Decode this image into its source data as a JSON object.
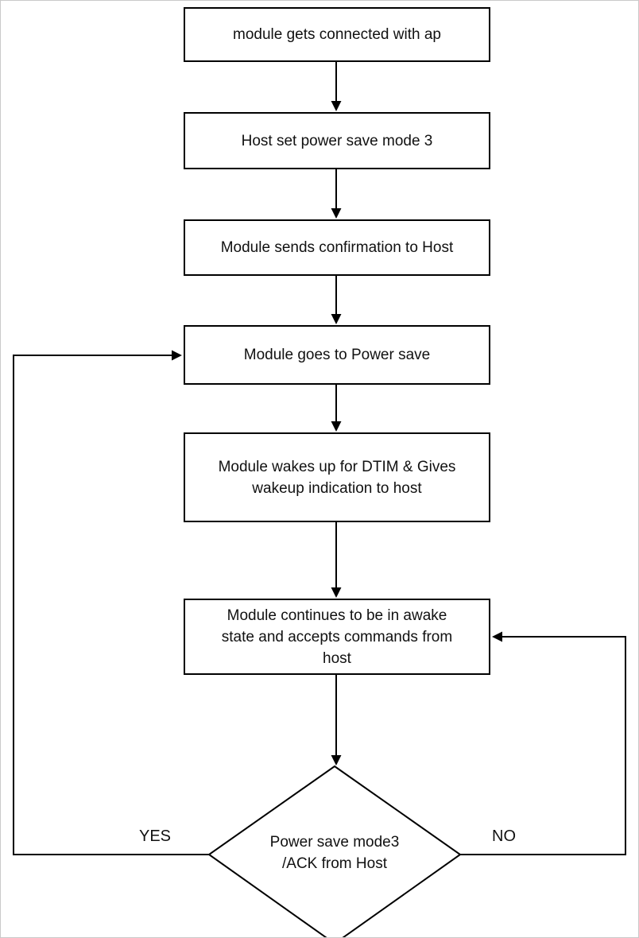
{
  "flowchart": {
    "nodes": [
      {
        "label": "module gets connected with ap"
      },
      {
        "label": "Host set power save mode 3"
      },
      {
        "label": "Module sends confirmation to Host"
      },
      {
        "label": "Module goes to Power save"
      },
      {
        "label": "Module wakes up for DTIM & Gives\nwakeup indication to host"
      },
      {
        "label": "Module continues to be in awake\nstate and accepts commands from\nhost"
      }
    ],
    "decision": {
      "label": "Power save mode3\n/ACK from Host"
    },
    "branches": {
      "yes": "YES",
      "no": "NO"
    },
    "colors": {
      "stroke": "#000000",
      "node_fill": "#ffffff",
      "page_border": "#c9c9c9"
    }
  }
}
